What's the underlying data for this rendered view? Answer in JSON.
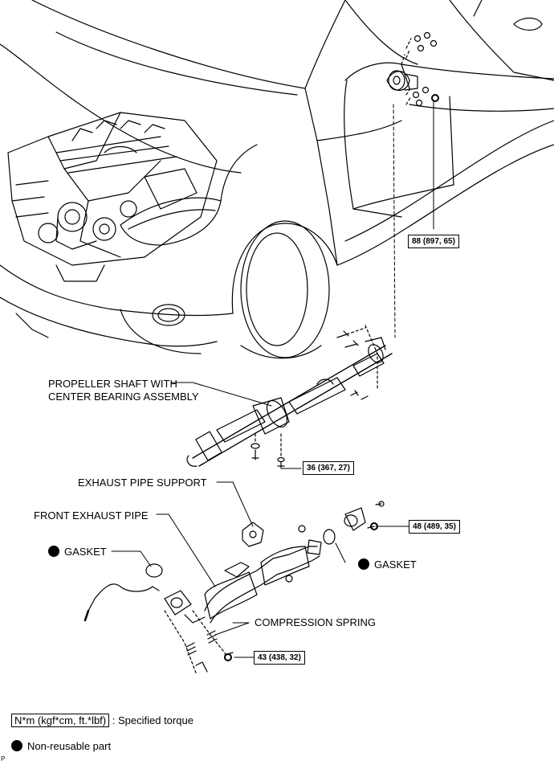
{
  "labels": {
    "propeller_line1": "PROPELLER SHAFT WITH",
    "propeller_line2": "CENTER BEARING ASSEMBLY",
    "exhaust_support": "EXHAUST PIPE SUPPORT",
    "front_exhaust": "FRONT EXHAUST PIPE",
    "gasket_left": "GASKET",
    "gasket_right": "GASKET",
    "compression_spring": "COMPRESSION SPRING"
  },
  "torques": {
    "t88": "88 (897, 65)",
    "t36": "36 (367, 27)",
    "t48": "48 (489, 35)",
    "t43": "43 (438, 32)"
  },
  "legend": {
    "torque_box": "N*m (kgf*cm, ft.*lbf)",
    "torque_desc": ": Specified torque",
    "nonreusable": "Non-reusable part"
  },
  "corner_text": "P"
}
